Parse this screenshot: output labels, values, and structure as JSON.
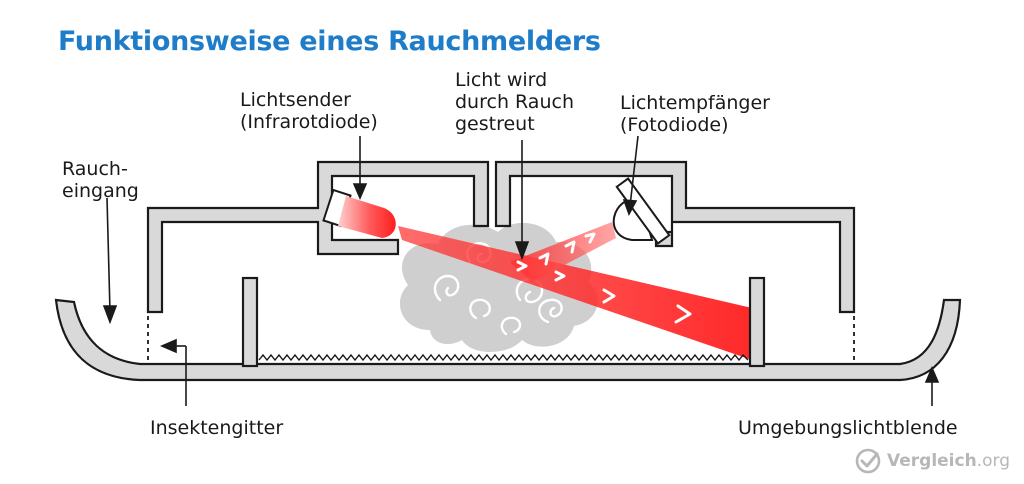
{
  "title": "Funktionsweise eines Rauchmelders",
  "labels": {
    "rauch_eingang_line1": "Rauch-",
    "rauch_eingang_line2": "eingang",
    "lichtsender_line1": "Lichtsender",
    "lichtsender_line2": "(Infrarotdiode)",
    "streuung_line1": "Licht wird",
    "streuung_line2": "durch Rauch",
    "streuung_line3": "gestreut",
    "lichtempfaenger_line1": "Lichtempfänger",
    "lichtempfaenger_line2": "(Fotodiode)",
    "insektengitter": "Insektengitter",
    "umgebungslichtblende": "Umgebungslichtblende"
  },
  "watermark": {
    "brand": "Vergleich",
    "tld": ".org",
    "icon": "check-circle-icon"
  },
  "colors": {
    "title": "#1e7cc8",
    "housing_fill": "#d9d9d9",
    "housing_stroke": "#1a1a1a",
    "light_beam": "#ff2a2a",
    "smoke": "#cfcfcf"
  }
}
